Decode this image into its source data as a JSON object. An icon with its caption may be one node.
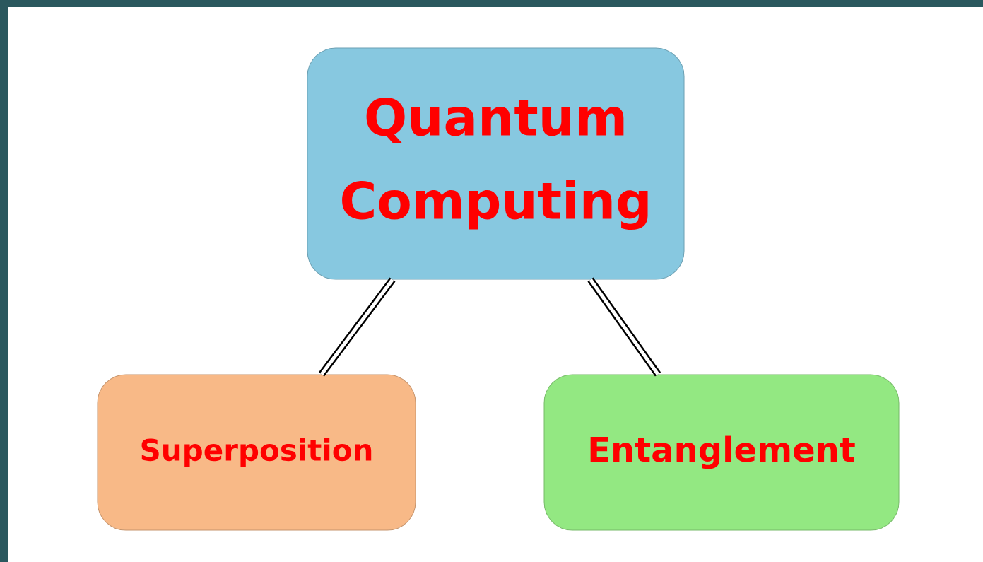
{
  "diagram": {
    "nodes": [
      {
        "text": [
          "Quantum Computing"
        ]
      },
      {
        "text": [
          "Superposition"
        ]
      },
      {
        "text": [
          "Entanglement"
        ]
      }
    ],
    "edges": [
      {
        "from": 0,
        "to": 1,
        "arrow": "none"
      },
      {
        "from": 0,
        "to": 2,
        "arrow": "none"
      }
    ]
  }
}
